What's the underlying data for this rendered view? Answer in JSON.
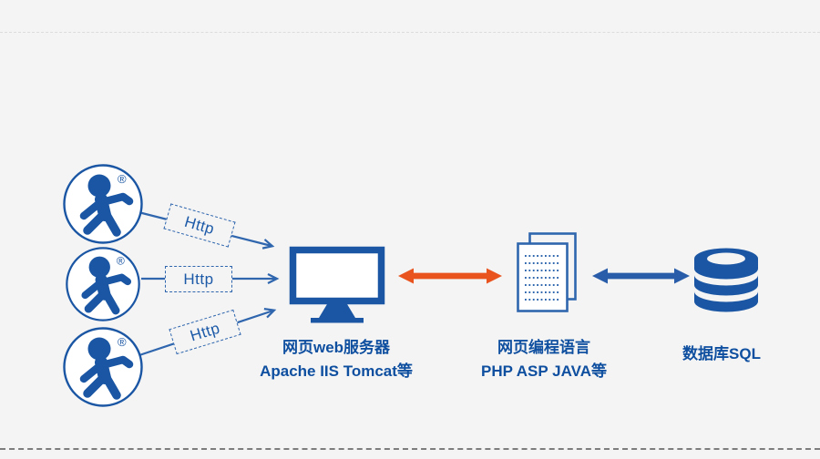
{
  "page": {
    "background": "#f4f4f4"
  },
  "colors": {
    "icon_blue": "#1a56a3",
    "stroke_blue": "#2f66ae",
    "text_blue": "#0f4fa0",
    "orange": "#e9531e",
    "arrow_blue": "#2a5da9",
    "guide_gray": "#7d7d7d"
  },
  "users": {
    "reg_mark": "®",
    "count": 3
  },
  "connections": {
    "http_labels": [
      "Http",
      "Http",
      "Http"
    ]
  },
  "nodes": {
    "web_server": {
      "title": "网页web服务器",
      "subtitle": "Apache IIS Tomcat等"
    },
    "language": {
      "title": "网页编程语言",
      "subtitle": "PHP ASP JAVA等"
    },
    "database": {
      "title": "数据库SQL"
    }
  }
}
